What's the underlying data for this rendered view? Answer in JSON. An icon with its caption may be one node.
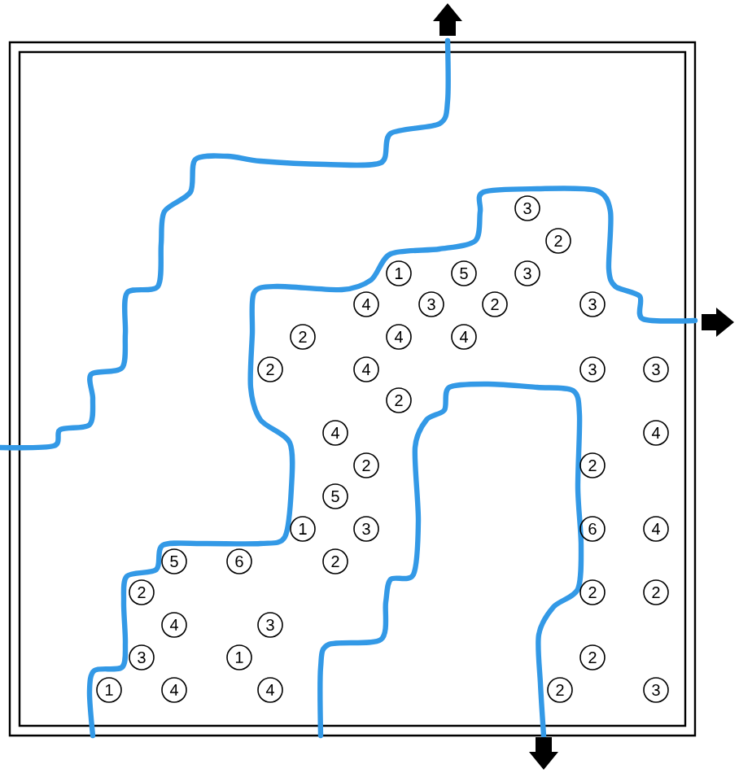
{
  "diagram": {
    "labels": [
      "3",
      "2",
      "1",
      "5",
      "3",
      "4",
      "3",
      "2",
      "3",
      "2",
      "4",
      "4",
      "2",
      "4",
      "3",
      "3",
      "2",
      "4",
      "4",
      "2",
      "2",
      "5",
      "1",
      "3",
      "6",
      "4",
      "5",
      "6",
      "2",
      "2",
      "2",
      "2",
      "4",
      "3",
      "3",
      "1",
      "2",
      "1",
      "4",
      "4",
      "2",
      "3"
    ]
  }
}
